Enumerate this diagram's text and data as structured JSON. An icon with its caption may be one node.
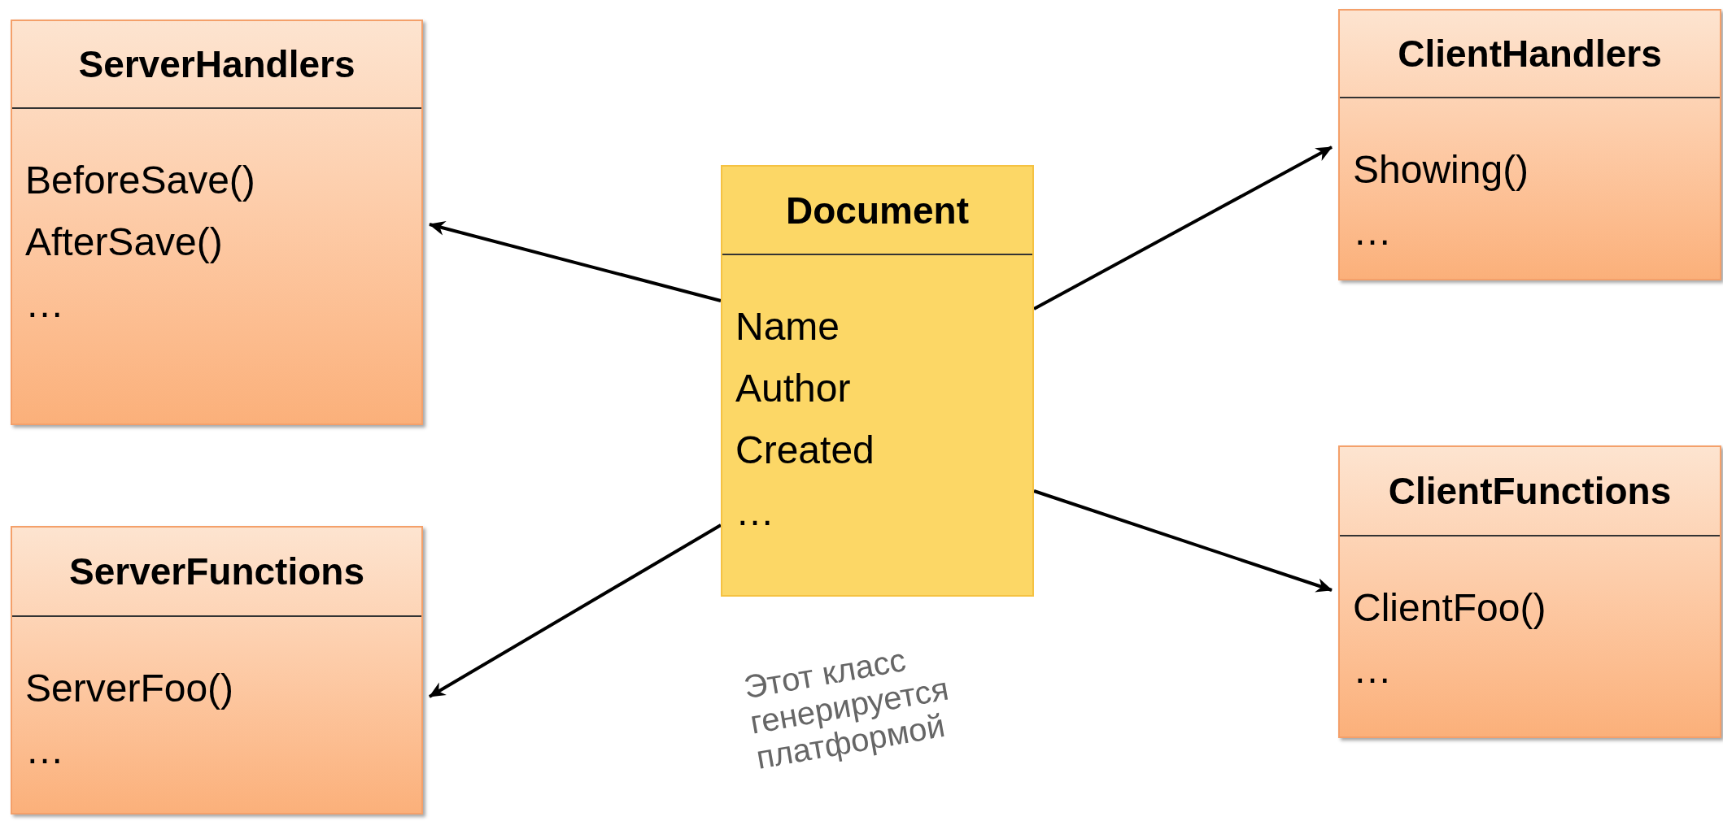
{
  "diagram": {
    "nodes": [
      {
        "text": [
          "ServerHandlers",
          "BeforeSave()",
          "AfterSave()",
          "…"
        ]
      },
      {
        "text": [
          "ServerFunctions",
          "ServerFoo()",
          "…"
        ]
      },
      {
        "text": [
          "Document",
          "Name",
          "Author",
          "Created",
          "…"
        ],
        "beside": [
          "Этот класс генерируется платформой"
        ]
      },
      {
        "text": [
          "ClientHandlers",
          "Showing()",
          "…"
        ]
      },
      {
        "text": [
          "ClientFunctions",
          "ClientFoo()",
          "…"
        ]
      }
    ],
    "edges": [
      {
        "from": 2,
        "to": 0,
        "arrow": "to"
      },
      {
        "from": 2,
        "to": 1,
        "arrow": "to"
      },
      {
        "from": 2,
        "to": 3,
        "arrow": "to"
      },
      {
        "from": 2,
        "to": 4,
        "arrow": "to"
      }
    ]
  }
}
